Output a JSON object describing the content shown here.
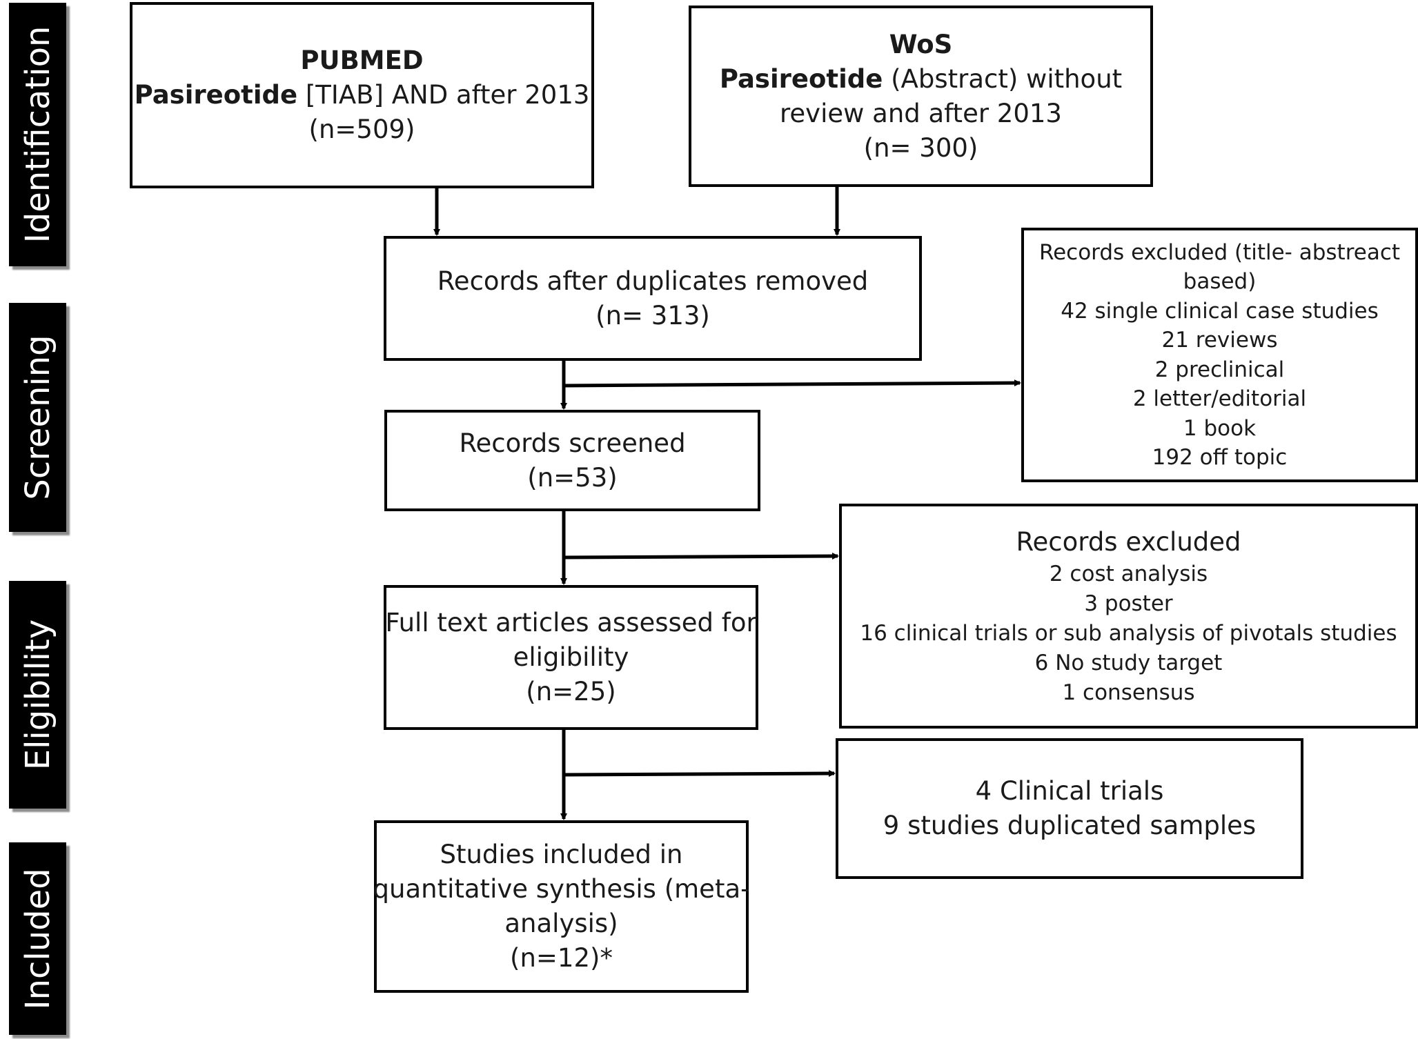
{
  "stages": {
    "identification": "Identification",
    "screening": "Screening",
    "eligibility": "Eligibility",
    "included": "Included"
  },
  "pubmed": {
    "title": "PUBMED",
    "query_bold": "Pasireotide",
    "query_rest": " [TIAB] AND after 2013",
    "count": "(n=509)"
  },
  "wos": {
    "title": "WoS",
    "query_bold": "Pasireotide",
    "query_rest": " (Abstract) without",
    "line3": "review  and after 2013",
    "count": "(n= 300)"
  },
  "dedup": {
    "label": "Records after duplicates removed",
    "count": "(n= 313)"
  },
  "excluded_title_abstract": {
    "line1": "Records excluded (title- abstreact",
    "line2": "based)",
    "items": [
      "42 single clinical case studies",
      "21 reviews",
      "2 preclinical",
      "2 letter/editorial",
      "1 book",
      "192 off topic"
    ]
  },
  "screened": {
    "label": "Records screened",
    "count": "(n=53)"
  },
  "excluded_records": {
    "title": "Records excluded",
    "items": [
      "2 cost analysis",
      "3 poster",
      "16 clinical trials or sub analysis of pivotals studies",
      "6 No study target",
      "1 consensus"
    ]
  },
  "fulltext": {
    "line1": "Full text articles assessed for",
    "line2": "eligibility",
    "count": "(n=25)"
  },
  "excluded_fulltext": {
    "line1": "4 Clinical trials",
    "line2": "9  studies duplicated samples"
  },
  "included": {
    "line1": "Studies included in",
    "line2": "quantitative synthesis (meta-",
    "line3": "analysis)",
    "count": "(n=12)*"
  }
}
